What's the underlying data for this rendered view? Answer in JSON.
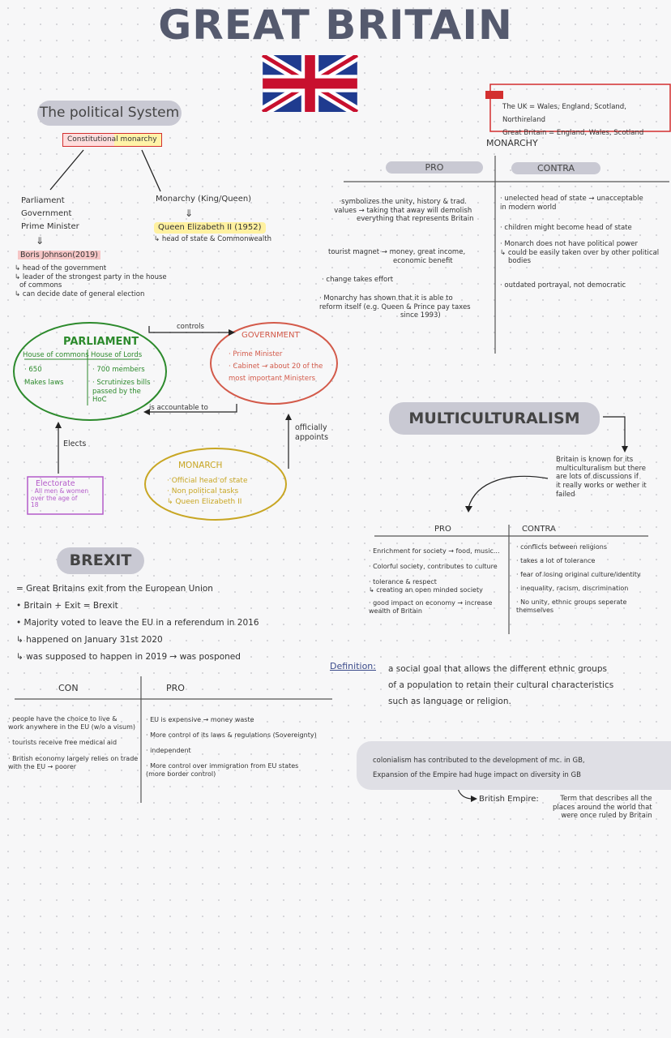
{
  "title": "GREAT BRITAIN",
  "colors": {
    "flag_blue": "#1f3b8f",
    "flag_red": "#c8102e",
    "parliament": "#2c8a2c",
    "government": "#d35a4a",
    "monarch": "#c8a623",
    "electorate": "#b45bc9",
    "pill": "#c9c9d3"
  },
  "political": {
    "heading": "The political System",
    "constitutional": "Constitutional monarchy",
    "parliament_lines": [
      "Parliament",
      "Government",
      "Prime Minister"
    ],
    "monarchy_label": "Monarchy (King/Queen)",
    "arrow": "⇓",
    "queen": "Queen Elizabeth II (1952)",
    "queen_sub": "↳ head of state & Commonwealth",
    "boris": "Boris Johnson(2019)",
    "boris_points": [
      "↳ head of the government",
      "↳ leader of the strongest party in the house",
      "of commons",
      "↳ can decide date of general election"
    ]
  },
  "diagram": {
    "parliament_title": "PARLIAMENT",
    "commons_head": "House of commons",
    "lords_head": "House of Lords",
    "commons_1": "· 650",
    "commons_2": "Makes laws",
    "lords_1": "· 700 members",
    "lords_2": "· Scrutinizes bills passed by the HoC",
    "government_title": "GOVERNMENT",
    "government_lines": [
      "· Prime Minister",
      "· Cabinet → about 20 of the",
      "most important Ministers"
    ],
    "controls": "controls",
    "accountable": "is accountable to",
    "elects": "Elects",
    "appoints": "officially appoints",
    "monarch_title": "MONARCH",
    "monarch_lines": [
      "· Official head of state",
      "· Non political tasks",
      "↳ Queen Elizabeth II"
    ],
    "electorate_title": "Electorate",
    "electorate_lines": [
      "· All men & women",
      "over the age of",
      "18"
    ]
  },
  "uk_note": {
    "lines": [
      "The UK = Wales, England, Scotland, Northireland",
      "Great Britain = England, Wales, Scotland"
    ]
  },
  "monarchy": {
    "heading": "MONARCHY",
    "pro": "PRO",
    "contra": "CONTRA",
    "pro_items": [
      [
        "·symbolizes the unity, history & trad.",
        "values → taking that away will demolish",
        "everything that represents Britain"
      ],
      [
        "tourist magnet → money, great income,",
        "economic benefit"
      ],
      [
        "· change takes effort"
      ],
      [
        "· Monarchy has shown that it is able to",
        "reform itself (e.g. Queen & Prince pay taxes",
        "since 1993)"
      ]
    ],
    "contra_items": [
      [
        "· unelected head of state → unacceptable",
        "in modern world"
      ],
      [
        "· children might become head of state"
      ],
      [
        "· Monarch does not have political power",
        "↳ could be easily taken over by other political",
        "bodies"
      ],
      [
        "· outdated portrayal, not democratic"
      ]
    ]
  },
  "multi": {
    "heading": "MULTICULTURALISM",
    "note": [
      "Britain is known for its",
      "multiculturalism but there",
      "are lots of discussions if",
      "it really works or wether it",
      "failed"
    ],
    "pro": "PRO",
    "contra": "CONTRA",
    "pro_items": [
      [
        "· Enrichment for society → food, music..."
      ],
      [
        "· Colorful society, contributes to culture"
      ],
      [
        "· tolerance & respect",
        "↳ creating an open minded society"
      ],
      [
        "· good impact on economy → increase",
        "wealth of Britain"
      ]
    ],
    "contra_items": [
      [
        "· conflicts between religions"
      ],
      [
        "· takes a lot of tolerance"
      ],
      [
        "· fear of losing original culture/identity"
      ],
      [
        "· inequality, racism, discrimination"
      ],
      [
        "· No unity, ethnic groups seperate",
        "themselves"
      ]
    ],
    "definition_label": "Definition:",
    "definition": [
      "a social goal that allows the different ethnic groups",
      "of a population to retain their cultural characteristics",
      "such as language or religion."
    ],
    "colonial": [
      "colonialism has contributed to the development of mc. in GB,",
      "Expansion of the Empire had huge impact on diversity in GB"
    ],
    "empire_label": "British Empire:",
    "empire_def": [
      "Term that describes all the",
      "places around the world that",
      "were once ruled by Britain"
    ]
  },
  "brexit": {
    "heading": "BREXIT",
    "lines": [
      "= Great Britains exit from the European Union",
      "• Britain + Exit = Brexit",
      "• Majority voted to leave the EU in a referendum in 2016",
      "↳ happened on January 31st 2020",
      "↳ was supposed to happen in 2019 → was posponed"
    ],
    "con": "CON",
    "pro": "PRO",
    "con_items": [
      [
        "· people have the choice to live &",
        "work anywhere in the EU (w/o a visum)"
      ],
      [
        "· tourists receive free medical aid"
      ],
      [
        "· British economy largely relies on trade",
        "with the EU → poorer"
      ]
    ],
    "pro_items": [
      [
        "· EU is expensive → money waste"
      ],
      [
        "· More control of its laws & regulations (Sovereignty)"
      ],
      [
        "· independent"
      ],
      [
        "· More control over immigration from EU states",
        "(more border control)"
      ]
    ]
  }
}
